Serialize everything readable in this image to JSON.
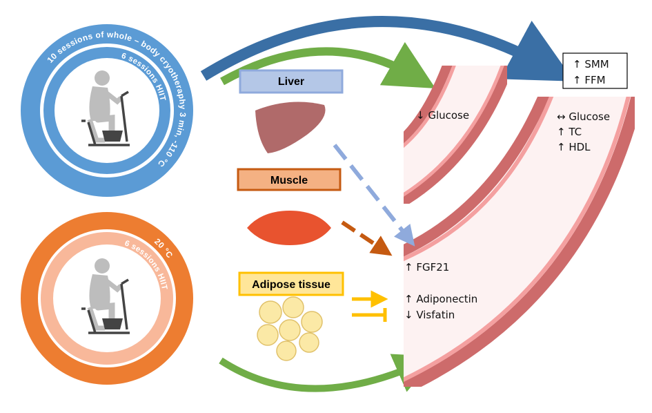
{
  "groups": {
    "cryo": {
      "outer_text": "10 sessions of whole – body cryotheraphy 3 min, -110 °C",
      "inner_text": "6 sessions HIIT",
      "color": "#5b9bd5"
    },
    "control": {
      "outer_text": "20 °C",
      "inner_text": "6 sessions HIIT",
      "color": "#ed7d31",
      "inner_color": "#f8b89a"
    }
  },
  "organs": {
    "liver": {
      "label": "Liver",
      "fill": "#b4c7e7",
      "border": "#8faadc"
    },
    "muscle": {
      "label": "Muscle",
      "fill": "#f4b183",
      "border": "#c55a11"
    },
    "adipose": {
      "label": "Adipose tissue",
      "fill": "#ffe699",
      "border": "#ffc000"
    }
  },
  "outcomes": {
    "body_box": [
      "↑ SMM",
      "↑ FFM"
    ],
    "small_vessel": [
      "↓ Glucose"
    ],
    "large_vessel_top": [
      "↔ Glucose",
      "↑ TC",
      "↑ HDL"
    ],
    "large_vessel_mid": [
      "↑ FGF21"
    ],
    "large_vessel_bottom": [
      "↑ Adiponectin",
      "↓ Visfatin"
    ]
  },
  "colors": {
    "blue_arrow": "#3a6fa5",
    "green_arrow": "#70ad47",
    "vessel_wall": "#cd6b6b",
    "vessel_cell": "#f4a0a0",
    "lumen": "#fdf2f2"
  }
}
